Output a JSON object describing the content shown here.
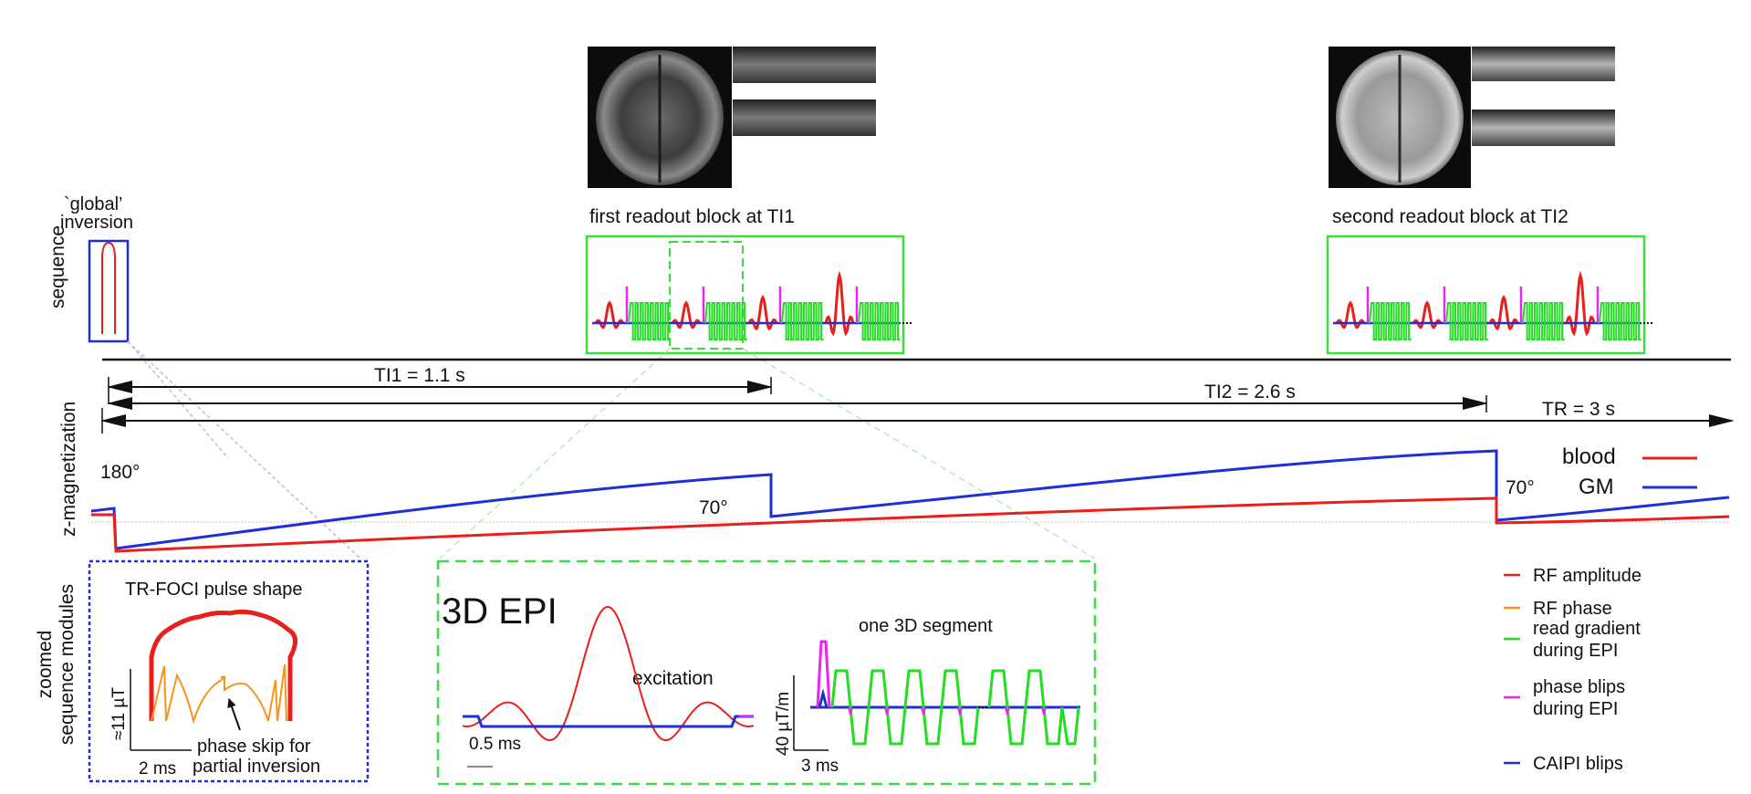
{
  "labels": {
    "global_inversion": [
      "`global’",
      "inversion"
    ],
    "sequence": "sequence",
    "z_magnetization": "z-magnetization",
    "zoomed_modules": [
      "zoomed",
      "sequence modules"
    ],
    "first_block": "first readout block at TI1",
    "second_block": "second readout block at TI2",
    "ti1": "TI1 = 1.1 s",
    "ti2": "TI2 = 2.6 s",
    "tr": "TR = 3 s",
    "flip_180": "180°",
    "flip_70_a": "70°",
    "flip_70_b": "70°",
    "curve_blood": "blood",
    "curve_gm": "GM",
    "foci_title": "TR-FOCI pulse shape",
    "foci_amp": "≈11 µT",
    "foci_time": "2 ms",
    "phase_skip": [
      "phase skip for",
      "partial inversion"
    ],
    "epi_title": "3D EPI",
    "excitation": "excitation",
    "exc_time": "0.5 ms",
    "segment_title": "one 3D segment",
    "seg_amp": "40 µT/m",
    "seg_time": "3 ms"
  },
  "legend": [
    {
      "lines": [
        "RF amplitude"
      ],
      "color": "#e8201c"
    },
    {
      "lines": [
        "RF phase"
      ],
      "color": "#f7941d"
    },
    {
      "lines": [
        "read gradient",
        "during EPI"
      ],
      "color": "#22dd22"
    },
    {
      "lines": [
        "phase blips",
        "during EPI"
      ],
      "color": "#ee22ee"
    },
    {
      "lines": [
        "CAIPI blips"
      ],
      "color": "#1f2fd6"
    }
  ],
  "colors": {
    "rf": "#e8201c",
    "rf_phase": "#f7941d",
    "read": "#22dd22",
    "phase_blip": "#ee22ee",
    "caipi": "#1f2fd6",
    "box_green": "#3fdc3f",
    "box_blue": "#1f2fd6"
  },
  "images": [
    {
      "name": "brain-axial-ti1",
      "tone": "dark"
    },
    {
      "name": "brain-axial-ti2",
      "tone": "light"
    }
  ]
}
